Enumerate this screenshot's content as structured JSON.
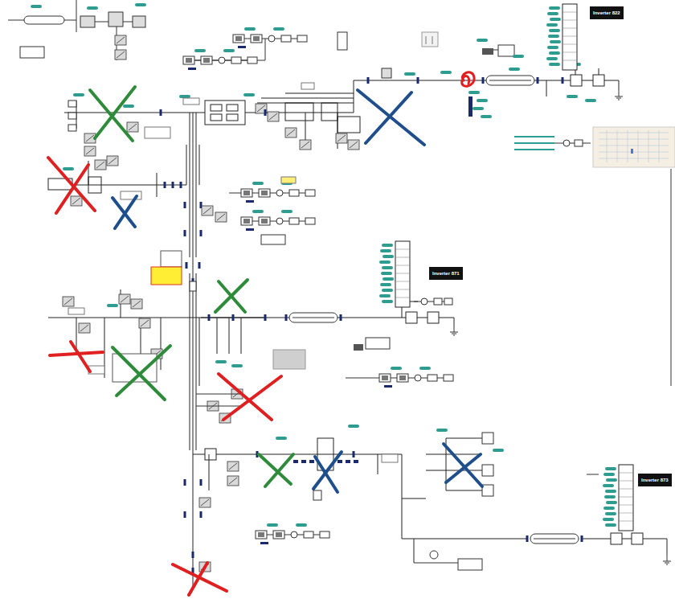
{
  "diagram": {
    "nodes": [
      {
        "text": [
          "Inverter 822"
        ]
      },
      {
        "text": [
          "Inverter 871"
        ]
      },
      {
        "text": [
          "Inverter 873"
        ]
      }
    ]
  }
}
